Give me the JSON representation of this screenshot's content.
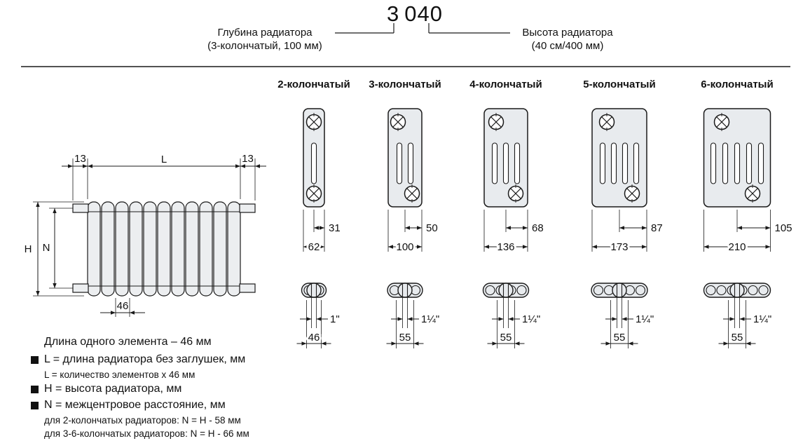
{
  "header": {
    "depth_code": "3",
    "height_code": "040",
    "depth_label": "Глубина радиатора",
    "depth_sublabel": "(3-колончатый, 100 мм)",
    "height_label": "Высота радиатора",
    "height_sublabel": "(40 см/400 мм)"
  },
  "columns": [
    {
      "label": "2-колончатый",
      "half_width": "31",
      "full_width": "62",
      "thread": "1\"",
      "element_length": "46"
    },
    {
      "label": "3-колончатый",
      "half_width": "50",
      "full_width": "100",
      "thread": "1¼\"",
      "element_length": "55"
    },
    {
      "label": "4-колончатый",
      "half_width": "68",
      "full_width": "136",
      "thread": "1¼\"",
      "element_length": "55"
    },
    {
      "label": "5-колончатый",
      "half_width": "87",
      "full_width": "173",
      "thread": "1¼\"",
      "element_length": "55"
    },
    {
      "label": "6-колончатый",
      "half_width": "105",
      "full_width": "210",
      "thread": "1¼\"",
      "element_length": "55"
    }
  ],
  "front_view": {
    "left_plug": "13",
    "length": "L",
    "right_plug": "13",
    "height": "H",
    "center_distance": "N",
    "element_width": "46"
  },
  "legend": {
    "intro": "Длина одного элемента – 46 мм",
    "items": [
      {
        "text": "L = длина радиатора без заглушек, мм",
        "sub": [
          "L = количество элементов x 46 мм"
        ]
      },
      {
        "text": "H = высота радиатора, мм",
        "sub": []
      },
      {
        "text": "N = межцентровое расстояние, мм",
        "sub": [
          "для 2-колончатых радиаторов: N = H - 58 мм",
          "для 3-6-колончатых радиаторов: N = H - 66 мм"
        ]
      }
    ]
  }
}
